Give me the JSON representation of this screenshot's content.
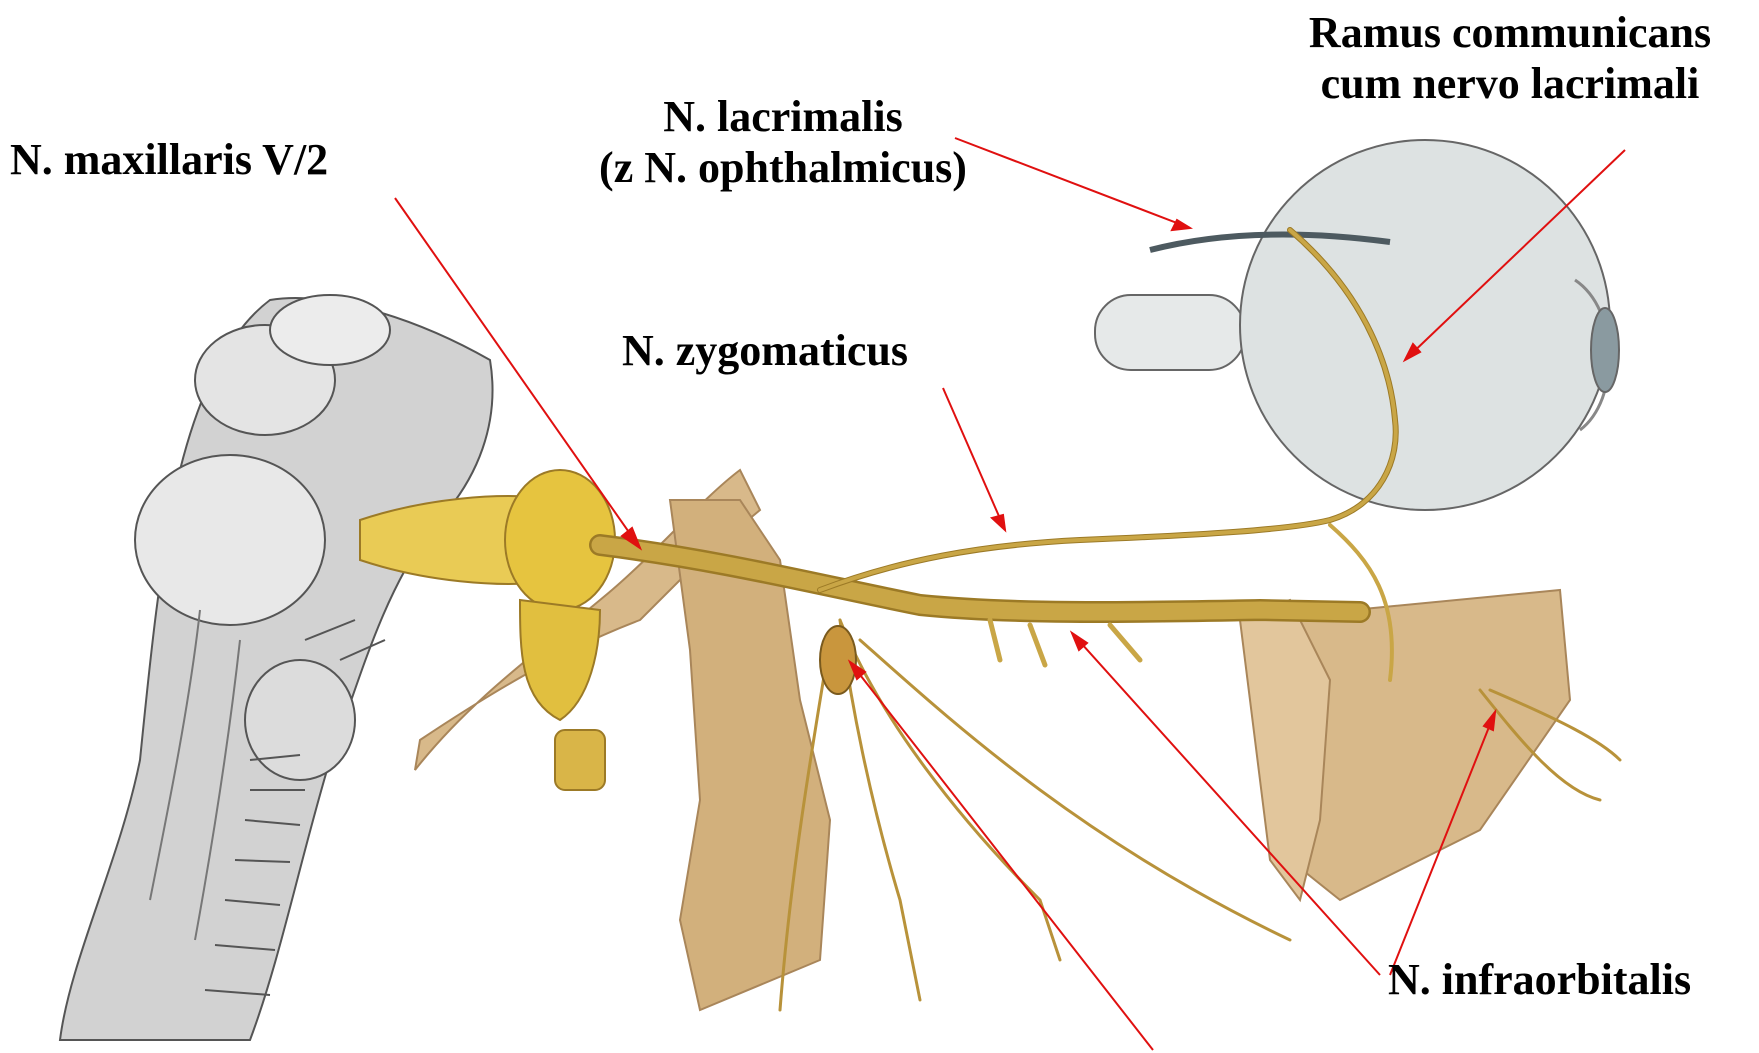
{
  "labels": {
    "maxillaris": "N. maxillaris V/2",
    "lacrimalis_line1": "N. lacrimalis",
    "lacrimalis_line2": "(z N. ophthalmicus)",
    "zygomaticus": "N. zygomaticus",
    "ramus_line1": "Ramus communicans",
    "ramus_line2": "cum nervo lacrimali",
    "infraorbitalis": "N. infraorbitalis"
  },
  "colors": {
    "pointer_line": "#e01010",
    "nerve": "#c9a646",
    "nerve_dark": "#9c7a26",
    "ganglion": "#e6c43f",
    "bone": "#d8b98a",
    "bone_dark": "#a9865a",
    "brainstem": "#cfcfcf",
    "eyeball": "#dde2e2",
    "label_text": "#000000"
  }
}
